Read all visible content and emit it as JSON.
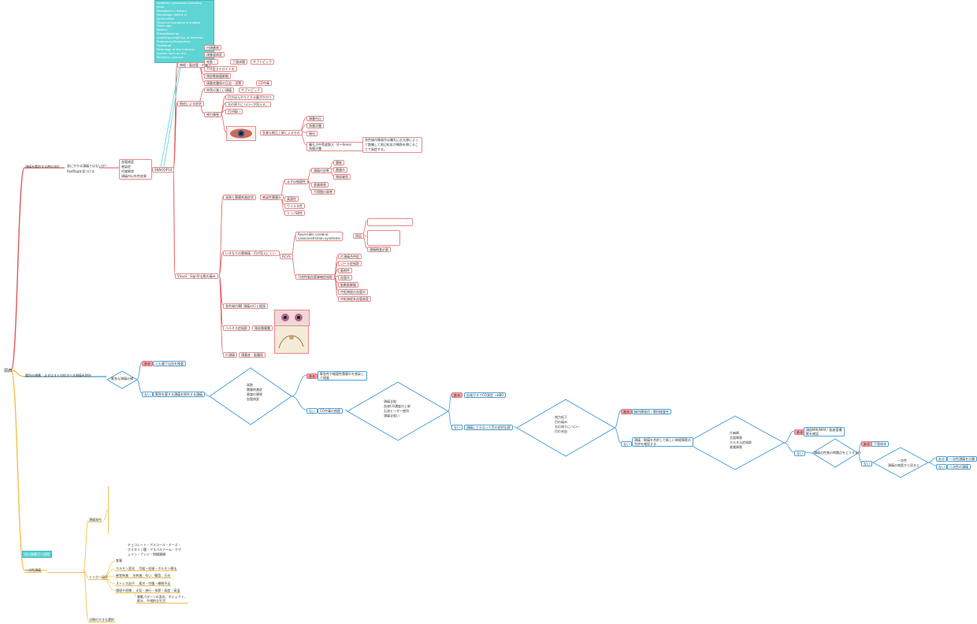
{
  "colors": {
    "red_branch": "#e15a5a",
    "blue_branch": "#3f99d6",
    "yellow_branch": "#f2c14e",
    "pink_badge": "#f4a0a6",
    "cyan_note": "#5fd4d4"
  },
  "root": "頭痛",
  "red": {
    "main": "頭痛を鑑別する時の流れ",
    "q1": "急にかかる頭痛ではないか？",
    "q2": "Redflagを見つける",
    "sub": [
      "血管病変",
      "感染症",
      "代謝異常",
      "頭痛内以外性疾患"
    ],
    "snnoop": "SNNOOP10",
    "cyan_note": [
      "Systemic symptoms including",
      "fever",
      "Neoplasm in history",
      "Neurologic deficit or",
      "dysfunction",
      "Onset of headache is sudden",
      "Older age",
      "Pattern",
      "Precipitated by",
      "sneezing,coughing, or exercise",
      "Pregnancy,Postpartum",
      "Positional",
      "Pathology of the immune",
      "system such as HIV",
      "Painkiller overuse"
    ],
    "n_head": "神経・脳血管・内臓",
    "n_items": [
      "内頭蓋底",
      "頭蓋窩病変",
      "咬筋・",
      "TTR型ステロイドの",
      "頸部動脈瘤解離",
      "頭蓋底腫瘍の圧迫・浸潤"
    ],
    "n_sub1": "下垂体腺",
    "n_sub2": "サブトピック",
    "co2": "CO中毒",
    "eye_head": "眼症による症状",
    "eye_sub": "突然の激しい頭痛",
    "eye_sub2": "サブトピック",
    "vis_head": "視力障害",
    "vis_items": [
      "目がぼんやりとする霧がかかり",
      "光の周りにハローが見える。",
      "目が痛い"
    ],
    "iop": "急激な眼圧上昇によるもの",
    "iop_items": [
      "頭蓋内圧",
      "角膜浮腫",
      "嘔吐",
      "瞳孔が中等度散大（4～6mm）"
    ],
    "iop_items2": [
      "角膜浮腫",
      "視力低下"
    ],
    "iop_note": "急性緑内障発作は瞳孔に近光源によって散瞳して周辺虹彩が隅角を閉じることで発症する。",
    "vs_head": "Visual　Sign早な眼の痛み",
    "fever_head": "発熱と髄膜刺激症状",
    "fever_sub": "感染性髄膜炎",
    "fever_sub2": "まずは細菌性",
    "bact_head": "頭痛の診断",
    "bact_items": [
      "腰椎",
      "髄膜炎",
      "頸部硬直"
    ],
    "fever_items": [
      "意識障害",
      "不穏盤の悪寒"
    ],
    "fever_tail": [
      "真菌性",
      "ウイルス性",
      "リンパ球性"
    ],
    "rcvs_head": "いきなりの雷鳴痛・目が見えにくい",
    "rcvs_code": "RCVS",
    "rcvs_name1": "Reversible cerebral",
    "rcvs_name2": "vasoconstriction syndrome",
    "rcvs_cause": "誘因",
    "rcvs_sub": "頭痛精査必要",
    "rcvs_diff": "可逆性脳血管攣縮症候群",
    "rcvs_list": [
      "片頭痛合併症",
      "コール症候群",
      "薬剤性",
      "血管炎",
      "脳動脈解離",
      "中枢神経の血管炎",
      "中枢神経系血管病変"
    ],
    "glaucoma_head": "急性緑内障",
    "glaucoma_sub": "頭痛の行く経過",
    "palsy_head": "ベルネス症候群",
    "palsy_sub": "頸部髄膜腫",
    "coma_head": "片頭痛",
    "coma_sub": "頭蓋底・脳腫瘍"
  },
  "blue": {
    "main": "鑑別の順番　まずはすぐ対処すべき頭痛を除外",
    "q1": "緊急な頭痛仕様",
    "yes": "ある",
    "no": "ない",
    "a1": "くも膜下出血を検査",
    "q2_box": "緊急を要する頭痛を除外する頭痛",
    "d1": [
      "発熱",
      "髄膜刺激症",
      "意識の障害",
      "血管病変"
    ],
    "a2": "緊急性や細菌性髄膜炎を感染して検査",
    "q3_box": "CO中毒の病歴",
    "d2": [
      "頭痛全般",
      "血液CO濃度の上昇",
      "石油ヒーター使用",
      "頭痛全般い"
    ],
    "a3": "血液ガスでCO測定 →HBO",
    "q4_box": "頭痛にともなって目の症状出現",
    "d3": [
      "視力低下",
      "目の痛み",
      "光の周りにハロー",
      "目の充血"
    ],
    "a4": "緑内障発作・眼科検査を",
    "q5_box": "頭痛・眼痛を合併して新しい神経障害の合併を確認する",
    "d4": [
      "片麻痺",
      "言語障害",
      "ホルネル症候群",
      "意識障害"
    ],
    "a5": "頭部MRI/MRA・脳血管撮影を確認",
    "q6_box": "頭痛の性質の問題点をどうするか",
    "a6": "下垂体卒",
    "d5": [
      "一次性",
      "頭痛の病歴から見ると"
    ],
    "a7": "一次性頭痛を分類",
    "a8": "二次性の頭痛"
  },
  "yellow": {
    "main": "一次性頭痛",
    "cyan": "古い診断で一次性",
    "branch1": "頭痛発作",
    "trig_head": "トリガー因子",
    "trig_food": "食事",
    "trig_food_text": "チョコレート・アルコール・チーズ・グルタミン酸・アスパルテーム・カフェイン・ナッツ・柑橘類類",
    "trig_list": [
      "ホルモン変化 　月経・妊娠・ホルモン療法",
      "感覚刺激 　光刺激、匂い、騒音、日光",
      "ストレス因子 　疲労・空腹・睡眠不足",
      "環境や習慣 　天気・旅行・季節・高度・高温",
      "睡眠パターンの変化、ポジェクト、飲水、不規則な生活"
    ],
    "diag": "治療の大きな選択"
  }
}
